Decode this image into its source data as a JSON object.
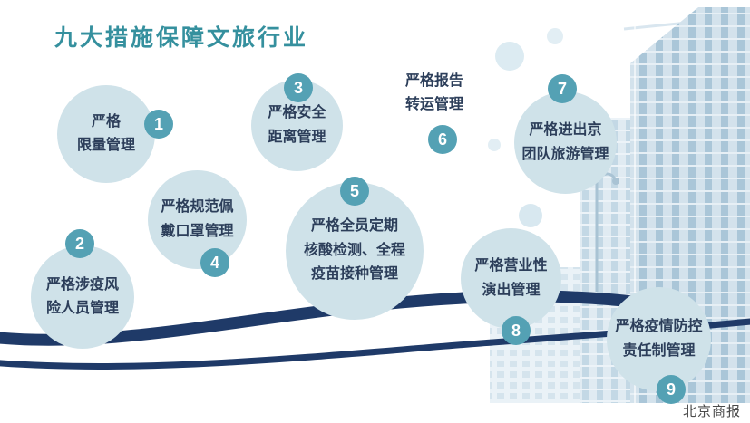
{
  "title": "九大措施保障文旅行业",
  "credit": "北京商报",
  "colors": {
    "title": "#35909e",
    "bubble_fill": "#cfe2e9",
    "badge_fill": "#54a1b4",
    "bubble_text": "#2c3e5a",
    "ribbon": "#1f3a68"
  },
  "icons": {
    "background": "building-illustration",
    "lamp": "street-lamp-icon",
    "ribbon": "ribbon-swoosh"
  },
  "measures": [
    {
      "num": "1",
      "lines": [
        "严格",
        "限量管理"
      ]
    },
    {
      "num": "2",
      "lines": [
        "严格涉疫风",
        "险人员管理"
      ]
    },
    {
      "num": "3",
      "lines": [
        "严格安全",
        "距离管理"
      ]
    },
    {
      "num": "4",
      "lines": [
        "严格规范佩",
        "戴口罩管理"
      ]
    },
    {
      "num": "5",
      "lines": [
        "严格全员定期",
        "核酸检测、全程",
        "疫苗接种管理"
      ]
    },
    {
      "num": "6",
      "lines": [
        "严格报告",
        "转运管理"
      ]
    },
    {
      "num": "7",
      "lines": [
        "严格进出京",
        "团队旅游管理"
      ]
    },
    {
      "num": "8",
      "lines": [
        "严格营业性",
        "演出管理"
      ]
    },
    {
      "num": "9",
      "lines": [
        "严格疫情防控",
        "责任制管理"
      ]
    }
  ]
}
